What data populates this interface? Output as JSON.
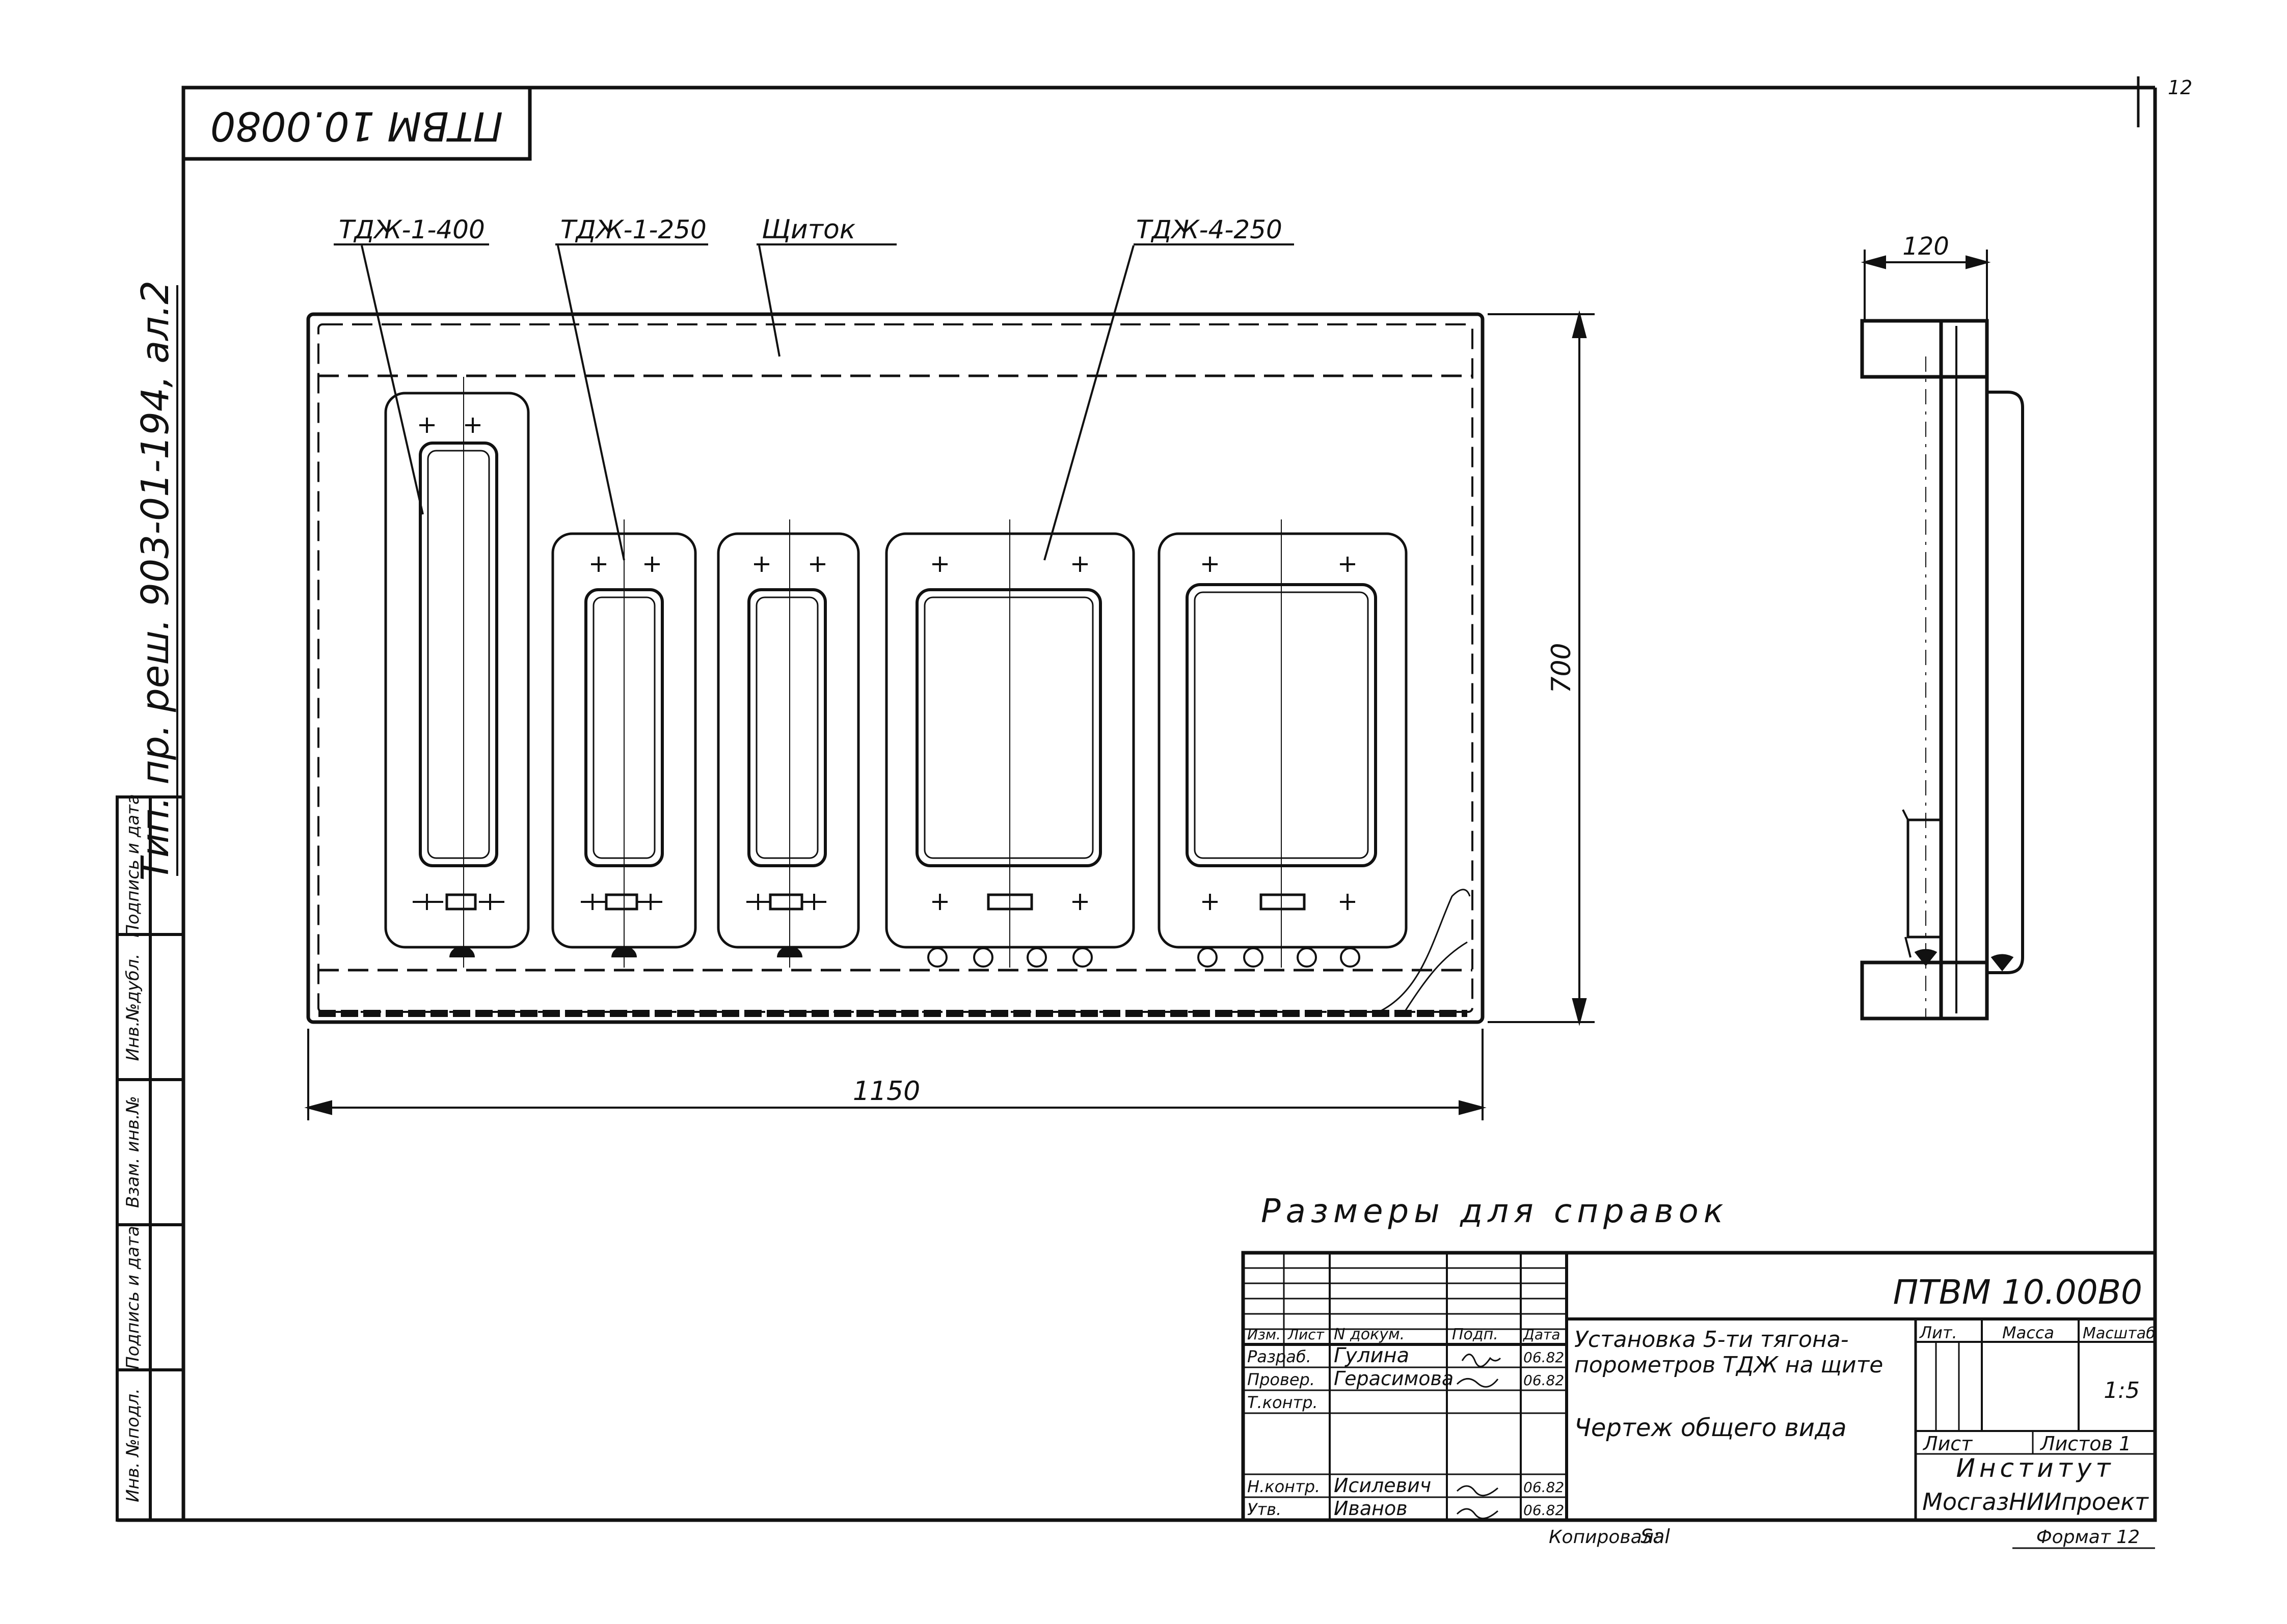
{
  "sheet_number": "12",
  "stamp_code": "ПТВМ 10.0080",
  "vertical_ref": "Тип. пр. реш. 903-01-194, ал.2",
  "callouts": {
    "tdj_1_400": "ТДЖ-1-400",
    "tdj_1_250": "ТДЖ-1-250",
    "panel": "Щиток",
    "tdj_4_250": "ТДЖ-4-250"
  },
  "dimensions": {
    "width": "1150",
    "height": "700",
    "depth": "120"
  },
  "note": "Размеры для справок",
  "side_strip": [
    "Инв. №подл.",
    "Подпись и дата",
    "Взам. инв.№",
    "Инв.№дубл.",
    "Подпись и дата"
  ],
  "title_block": {
    "doc_code": "ПТВМ 10.00В0",
    "title_line1": "Установка 5-ти тягона-",
    "title_line2": "порометров ТДЖ на щите",
    "subtitle": "Чертеж общего вида",
    "headers": [
      "Изм.",
      "Лист",
      "N докум.",
      "Подп.",
      "Дата"
    ],
    "roles": [
      "Разраб.",
      "Провер.",
      "Т.контр.",
      "Н.контр.",
      "Утв."
    ],
    "names": [
      "Гулина",
      "Герасимова",
      "",
      "Исилевич",
      "Иванов"
    ],
    "dates": [
      "06.82",
      "06.82",
      "",
      "06.82",
      "06.82"
    ],
    "lit_label": "Лит.",
    "mass_label": "Масса",
    "scale_label": "Масштаб",
    "scale_value": "1:5",
    "sheet_label": "Лист",
    "sheets_label": "Листов 1",
    "org_line1": "Институт",
    "org_line2": "МосгазНИИпроект",
    "copied": "Копировал:",
    "copied_sign": "Sal",
    "format": "Формат 12"
  }
}
